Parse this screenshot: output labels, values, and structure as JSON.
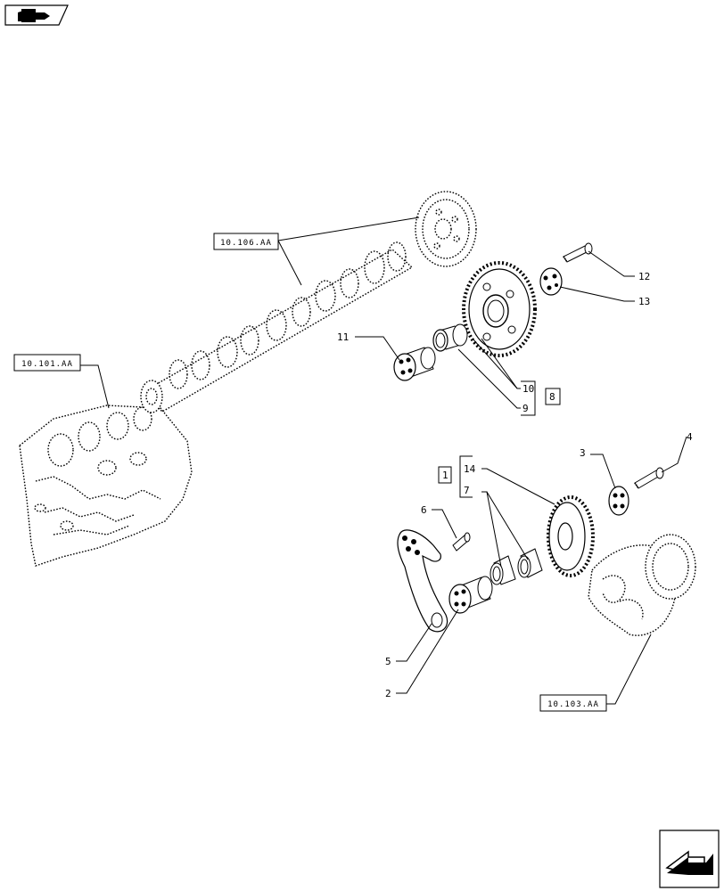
{
  "nav": {
    "top_icon": "book-arrow-icon",
    "bottom_icon": "next-page-arrow-icon"
  },
  "references": {
    "camshaft_ref": "10.106.AA",
    "block_ref": "10.101.AA",
    "crank_ref": "10.103.AA"
  },
  "callouts": {
    "c2": "2",
    "c3": "3",
    "c4": "4",
    "c5": "5",
    "c6": "6",
    "c7": "7",
    "c8": "8",
    "c9": "9",
    "c10": "10",
    "c11": "11",
    "c12": "12",
    "c13": "13",
    "c14": "14",
    "c1": "1"
  }
}
